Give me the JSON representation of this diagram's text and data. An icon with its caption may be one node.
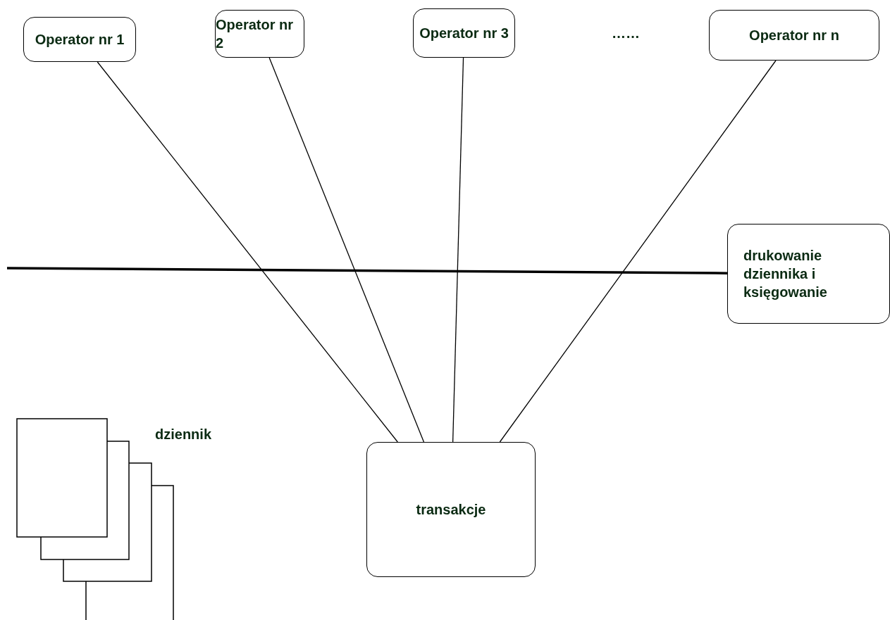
{
  "diagram": {
    "nodes": [
      {
        "text": [
          "Operator nr 1"
        ]
      },
      {
        "text": [
          "Operator nr 2"
        ]
      },
      {
        "text": [
          "Operator nr 3"
        ]
      },
      {
        "text": [
          "Operator nr n"
        ]
      },
      {
        "text": [
          "drukowanie dziennika i księgowanie"
        ]
      },
      {
        "text": [
          "transakcje"
        ]
      }
    ],
    "edges": [
      {
        "from": 0,
        "to": 5,
        "arrow": "none"
      },
      {
        "from": 1,
        "to": 5,
        "arrow": "none"
      },
      {
        "from": 2,
        "to": 5,
        "arrow": "none"
      },
      {
        "from": 3,
        "to": 5,
        "arrow": "none"
      },
      {
        "from": null,
        "to": 4,
        "arrow": "none",
        "style": "thick"
      }
    ],
    "labels": [
      "……",
      "dziennik"
    ]
  }
}
